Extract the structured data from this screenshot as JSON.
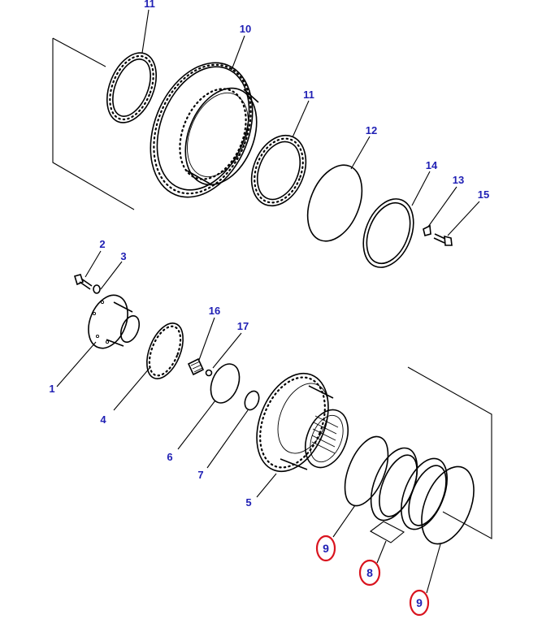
{
  "diagram": {
    "callouts": {
      "n1": "1",
      "n2": "2",
      "n3": "3",
      "n4": "4",
      "n5": "5",
      "n6": "6",
      "n7": "7",
      "n8": "8",
      "n9a": "9",
      "n9b": "9",
      "n10": "10",
      "n11a": "11",
      "n11b": "11",
      "n12": "12",
      "n13": "13",
      "n14": "14",
      "n15": "15",
      "n16": "16",
      "n17": "17"
    },
    "colors": {
      "callout_text": "#1f1fb4",
      "highlight_ring": "#d9131e",
      "line_art": "#000000",
      "background": "#ffffff"
    },
    "highlighted_callouts": [
      "8",
      "9",
      "9"
    ]
  }
}
